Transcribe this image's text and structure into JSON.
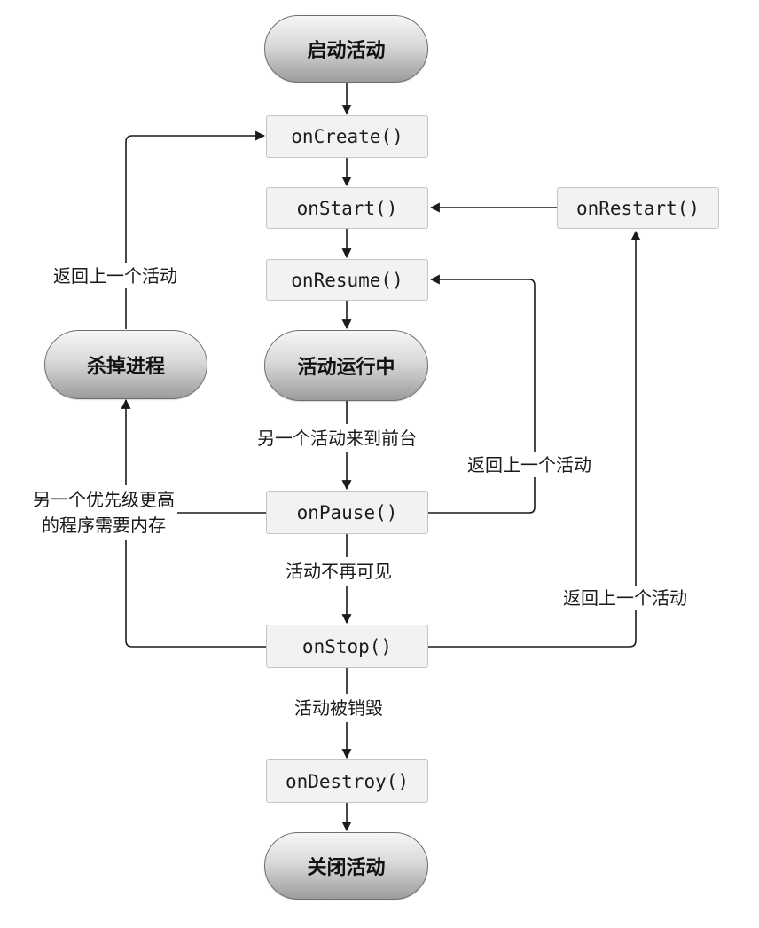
{
  "nodes": {
    "start": "启动活动",
    "on_create": "onCreate()",
    "on_start": "onStart()",
    "on_resume": "onResume()",
    "running": "活动运行中",
    "on_pause": "onPause()",
    "on_stop": "onStop()",
    "on_destroy": "onDestroy()",
    "shutdown": "关闭活动",
    "on_restart": "onRestart()",
    "kill_process": "杀掉进程"
  },
  "edge_labels": {
    "back_to_activity_left": "返回上一个活动",
    "another_to_front": "另一个活动来到前台",
    "back_to_activity_mid": "返回上一个活动",
    "higher_priority_line1": "另一个优先级更高",
    "higher_priority_line2": "的程序需要内存",
    "not_visible": "活动不再可见",
    "back_to_activity_right": "返回上一个活动",
    "destroyed": "活动被销毁"
  },
  "colors": {
    "line": "#1a1a1a",
    "method_fill": "#f2f2f2",
    "method_border": "#c4c4c4",
    "state_dark": "#9c9c9c",
    "state_light": "#f6f6f6"
  }
}
